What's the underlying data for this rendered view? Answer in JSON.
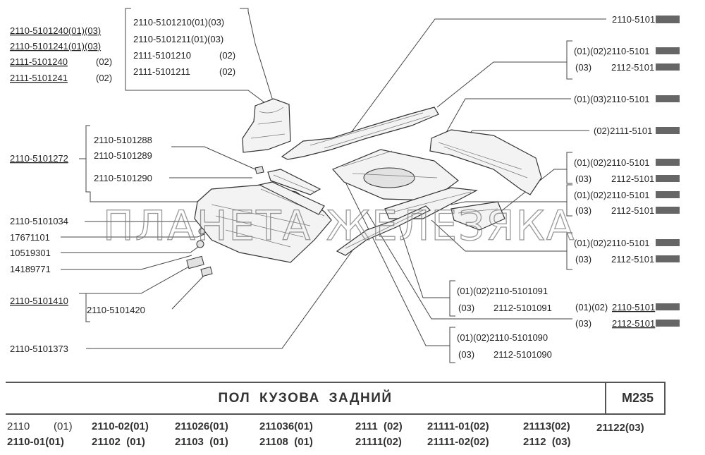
{
  "labels": {
    "l1": "2110-5101240(01)(03)",
    "l2": "2110-5101241(01)(03)",
    "l3a": "2111-5101240",
    "l3b": "(02)",
    "l4a": "2111-5101241",
    "l4b": "(02)",
    "b1": "2110-5101210(01)(03)",
    "b2": "2110-5101211(01)(03)",
    "b3a": "2111-5101210",
    "b3b": "(02)",
    "b4a": "2111-5101211",
    "b4b": "(02)",
    "l5": "2110-5101272",
    "l6": "2110-5101288",
    "l7": "2110-5101289",
    "l8": "2110-5101290",
    "l9": "2110-5101034",
    "l10": "17671101",
    "l11": "10519301",
    "l12": "14189771",
    "l13": "2110-5101410",
    "l14": "2110-5101420",
    "l15": "2110-5101373",
    "r1": "2110-5101",
    "r2": "(01)(02)2110-5101",
    "r3a": "(03)",
    "r3b": "2112-5101",
    "r4": "(01)(03)2110-5101",
    "r5": "(02)2111-5101",
    "r6": "(01)(02)2110-5101",
    "r7a": "(03)",
    "r7b": "2112-5101",
    "r8": "(01)(02)2110-5101",
    "r9a": "(03)",
    "r9b": "2112-5101",
    "r10": "(01)(02)2110-5101",
    "r11a": "(03)",
    "r11b": "2112-5101",
    "c1": "(01)(02)2110-5101091",
    "c2a": "(03)",
    "c2b": "2112-5101091",
    "c3a": "(01)(02)",
    "c3b": "2110-5101",
    "c4a": "(03)",
    "c4b": "2112-5101",
    "c5": "(01)(02)2110-5101090",
    "c6a": "(03)",
    "c6b": "2112-5101090"
  },
  "watermark": "ПЛАНЕТА ЖЕЛЕЗЯКА",
  "title": "ПОЛ КУЗОВА ЗАДНИЙ",
  "code": "M235",
  "models": [
    [
      "2110",
      "(01)"
    ],
    "2110-02(01)",
    "211026(01)",
    "211036(01)",
    "2111  (02)",
    "21111-01(02)",
    "21113(02)",
    "21122(03)",
    "2110-01(01)",
    "21102  (01)",
    "21103  (01)",
    "21108  (01)",
    "21111(02)",
    "21111-02(02)",
    "2112  (03)"
  ],
  "model_text": {
    "m1a": "2110",
    "m1b": "(01)",
    "m2": "2110-02(01)",
    "m3": "211026(01)",
    "m4": "211036(01)",
    "m5": "2111  (02)",
    "m6": "21111-01(02)",
    "m7": "21113(02)",
    "m8": "21122(03)",
    "m9": "2110-01(01)",
    "m10": "21102  (01)",
    "m11": "21103  (01)",
    "m12": "21108  (01)",
    "m13": "21111(02)",
    "m14": "21111-02(02)",
    "m15": "2112  (03)"
  }
}
